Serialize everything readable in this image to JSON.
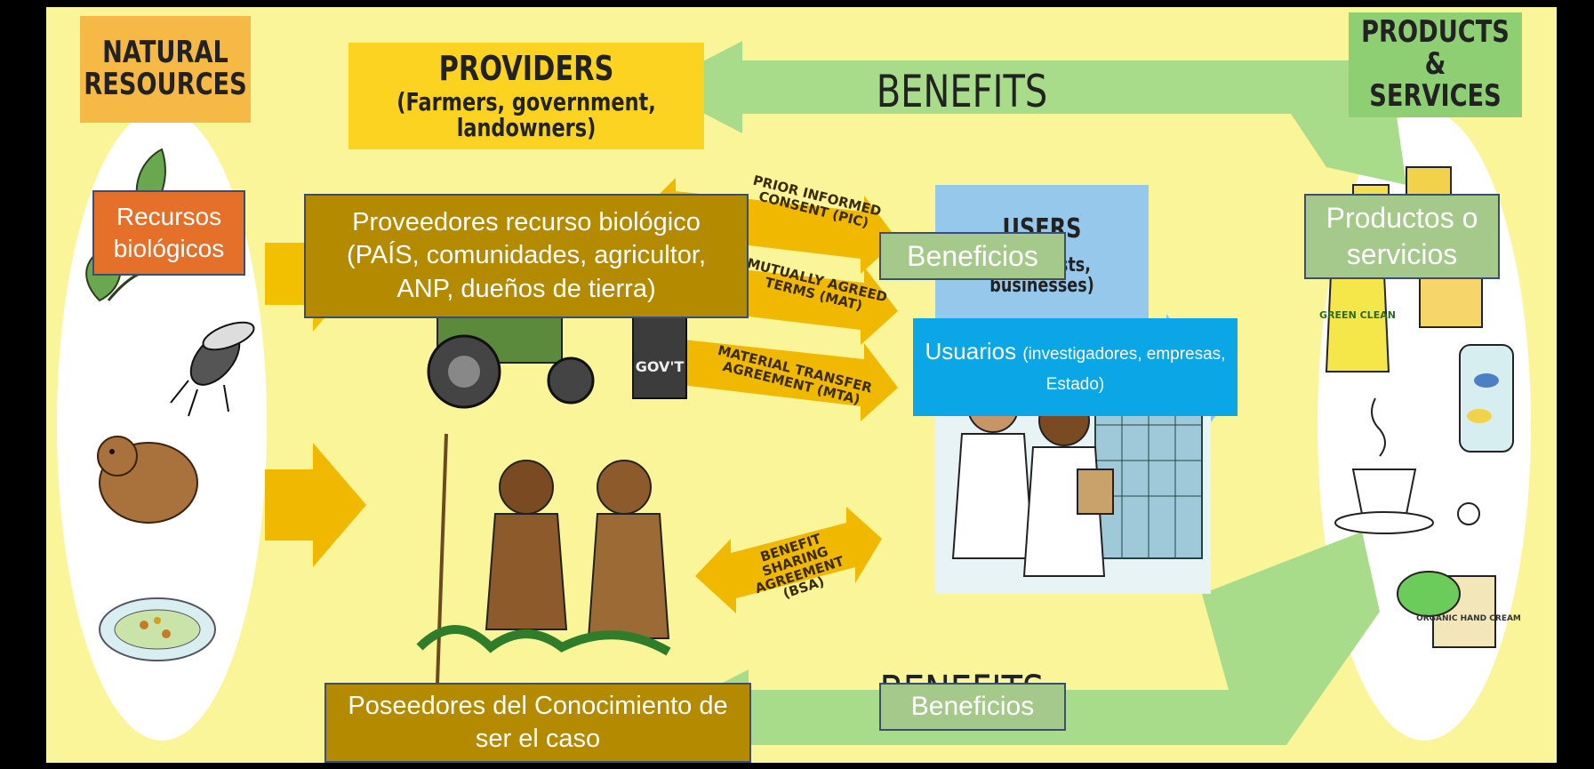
{
  "headings": {
    "natural_resources": "NATURAL RESOURCES",
    "providers": "PROVIDERS",
    "providers_sub": "(Farmers, government, landowners)",
    "benefits_top": "BENEFITS",
    "benefits_bottom": "BENEFITS",
    "products_services": "PRODUCTS & SERVICES",
    "users_partial": "USERS",
    "users_sub_partial": "(scientists, businesses)"
  },
  "arrow_labels": {
    "pic": "PRIOR INFORMED CONSENT (PIC)",
    "mat": "MUTUALLY AGREED TERMS (MAT)",
    "mta": "MATERIAL TRANSFER AGREEMENT (MTA)",
    "bsa": "BENEFIT SHARING AGREEMENT (BSA)"
  },
  "illustration_text": {
    "govt": "GOV'T",
    "green_clean": "GREEN CLEAN",
    "organic": "ORGANIC HAND CREAM"
  },
  "overlays": {
    "recursos": "Recursos biológicos",
    "proveedores": "Proveedores recurso biológico (PAÍS, comunidades, agricultor, ANP, dueños de tierra)",
    "beneficios_top": "Beneficios",
    "usuarios_main": "Usuarios",
    "usuarios_detail": "(investigadores, empresas, Estado)",
    "productos": "Productos o servicios",
    "poseedores": "Poseedores del Conocimiento de ser el caso",
    "beneficios_bottom": "Beneficios"
  },
  "colors": {
    "background": "#fbf59a",
    "heading_orange": "#f7b946",
    "heading_yellow": "#fcd321",
    "heading_green": "#8fcf73",
    "users_blue": "#96c8ec",
    "benefit_arrow": "#a8dc8a",
    "agreement_arrow": "#f1b800",
    "overlay_orange": "#e4702a",
    "overlay_brown": "#b38a00",
    "overlay_green": "#a5c98b",
    "overlay_blue": "#0aa6e6"
  }
}
